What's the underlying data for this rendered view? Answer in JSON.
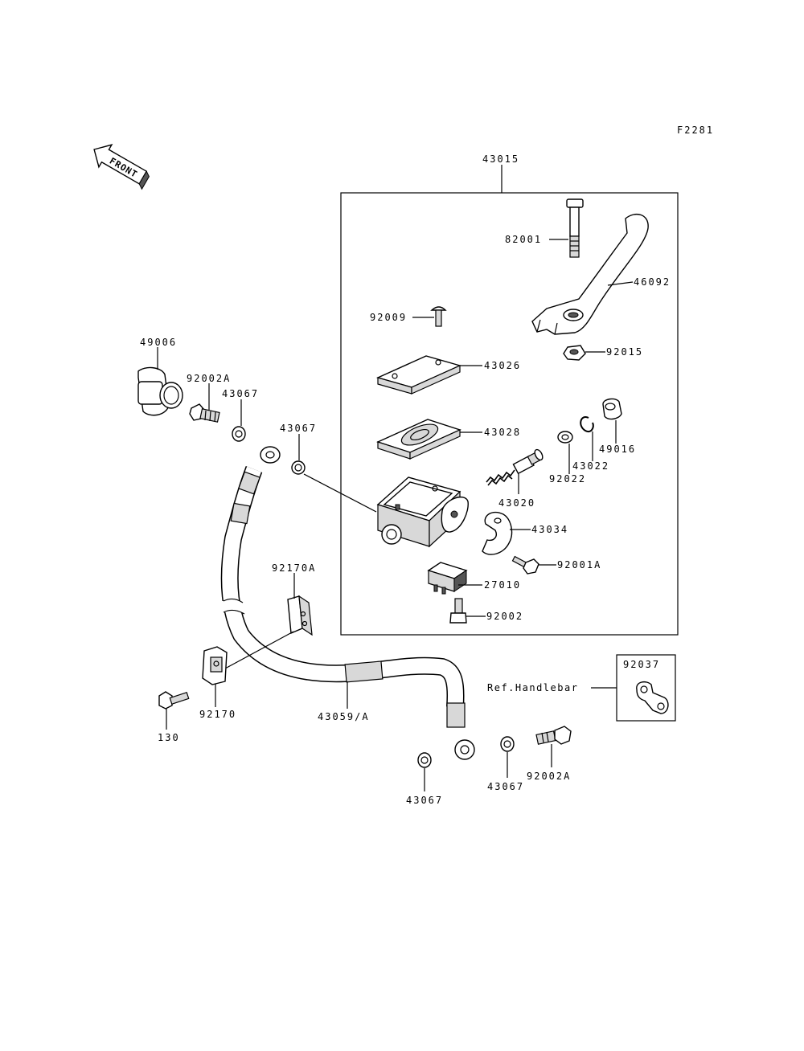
{
  "figure_code": "F2281",
  "front_label": "FRONT",
  "labels": {
    "p43015": "43015",
    "p82001": "82001",
    "p46092": "46092",
    "p92009": "92009",
    "p92015": "92015",
    "p43026": "43026",
    "p43028": "43028",
    "p49016": "49016",
    "p43022": "43022",
    "p92022": "92022",
    "p43020": "43020",
    "p43034": "43034",
    "p92001A": "92001A",
    "p27010": "27010",
    "p92002": "92002",
    "p49006": "49006",
    "p92002A_top": "92002A",
    "p43067_top": "43067",
    "p43067_mid": "43067",
    "p92170A": "92170A",
    "p92170": "92170",
    "p130": "130",
    "p43059A": "43059/A",
    "p92037": "92037",
    "ref_handlebar": "Ref.Handlebar",
    "p43067_bl": "43067",
    "p43067_br": "43067",
    "p92002A_bot": "92002A"
  }
}
